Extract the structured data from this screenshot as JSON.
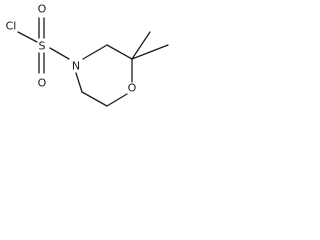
{
  "diagram": {
    "type": "skeletal-structure",
    "atoms": [
      {
        "id": "cl",
        "label": "Cl"
      },
      {
        "id": "s",
        "label": "S"
      },
      {
        "id": "o_top",
        "label": "O"
      },
      {
        "id": "o_bottom",
        "label": "O"
      },
      {
        "id": "n",
        "label": "N"
      },
      {
        "id": "o_ring",
        "label": "O"
      }
    ]
  }
}
